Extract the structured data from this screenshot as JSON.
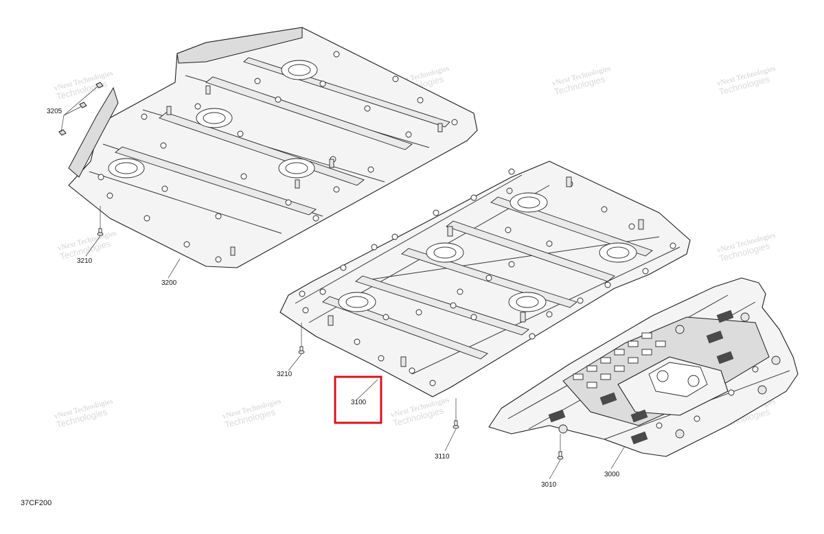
{
  "diagram": {
    "figure_code": "37CF200",
    "watermark": {
      "line1": "vNext Technologies",
      "line2": "Technologies"
    },
    "callouts": [
      {
        "id": "3205",
        "label": "3205"
      },
      {
        "id": "3210a",
        "label": "3210"
      },
      {
        "id": "3200",
        "label": "3200"
      },
      {
        "id": "3210b",
        "label": "3210"
      },
      {
        "id": "3100",
        "label": "3100",
        "highlighted": true
      },
      {
        "id": "3110",
        "label": "3110"
      },
      {
        "id": "3010",
        "label": "3010"
      },
      {
        "id": "3000",
        "label": "3000"
      }
    ],
    "highlight_color": "#d9111b"
  }
}
